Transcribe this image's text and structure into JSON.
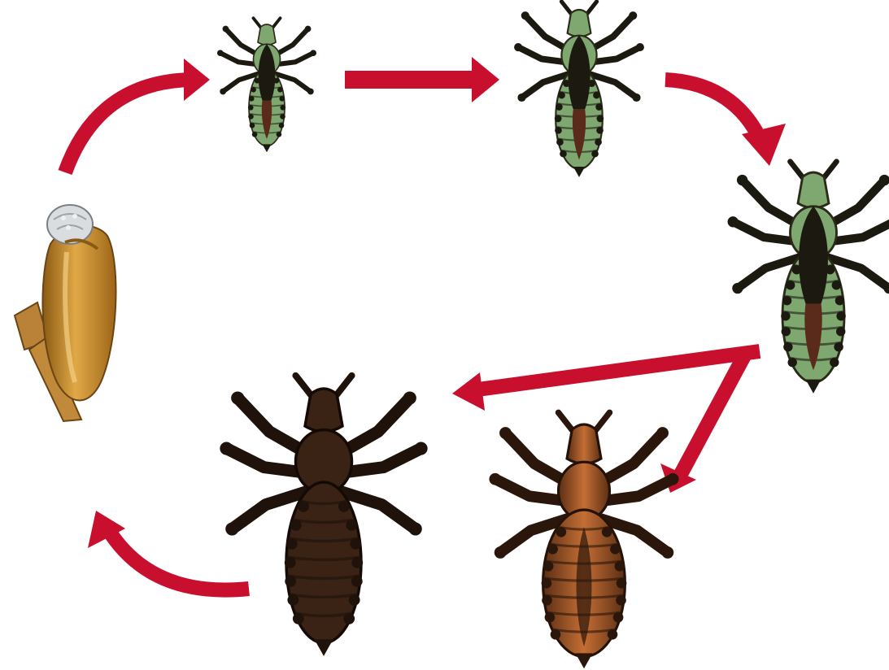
{
  "diagram": {
    "type": "life-cycle",
    "stage_order": [
      "egg",
      "nymph-1",
      "nymph-2",
      "nymph-3",
      "adult-male",
      "adult-female"
    ],
    "colors": {
      "arrow": "#c8102e",
      "egg_shell": "#c98a2a",
      "egg_cap": "#d9dde0",
      "nymph_body": "#7fa770",
      "nymph_dark": "#1c1a10",
      "nymph_gut": "#5a2a1a",
      "adult_male": "#3a2214",
      "adult_female": "#a0572a"
    }
  }
}
